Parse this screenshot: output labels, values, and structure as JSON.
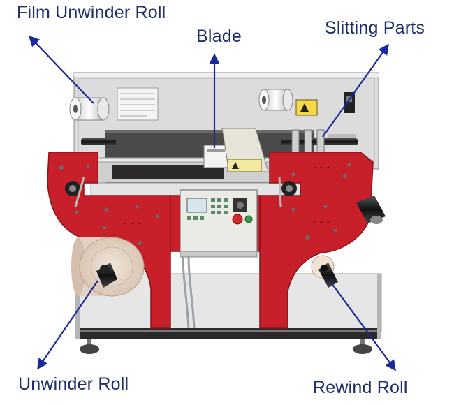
{
  "labels": {
    "film_unwinder_roll": "Film Unwinder Roll",
    "blade": "Blade",
    "slitting_parts": "Slitting Parts",
    "unwinder_roll": "Unwinder Roll",
    "rewind_roll": "Rewind Roll"
  },
  "colors": {
    "label_text": "#1f2d6b",
    "arrow": "#1a2a9c",
    "frame_red": "#c7202b",
    "cabinet_gray": "#d9d9d9",
    "panel_light": "#e9e9e4"
  }
}
